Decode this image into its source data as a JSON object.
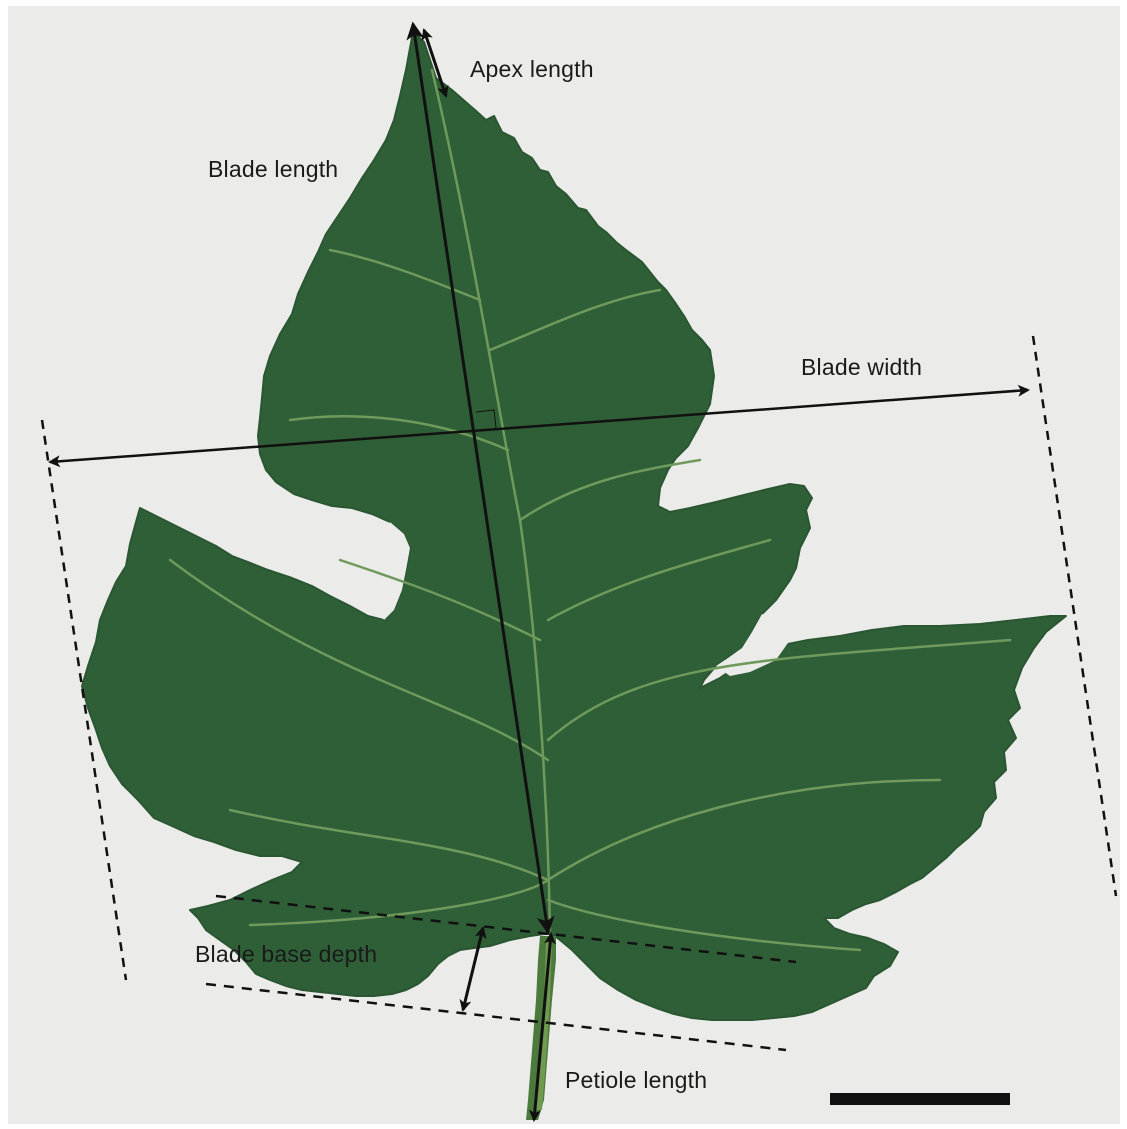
{
  "labels": {
    "apex_length": "Apex length",
    "blade_length": "Blade length",
    "blade_width": "Blade width",
    "blade_base_depth": "Blade base depth",
    "petiole_length": "Petiole length"
  },
  "colors": {
    "background": "#ebebe9",
    "leaf": "#2f5f37",
    "leaf_shadow": "#234a2a",
    "vein": "#6f9a5c",
    "annotation": "#111111"
  }
}
